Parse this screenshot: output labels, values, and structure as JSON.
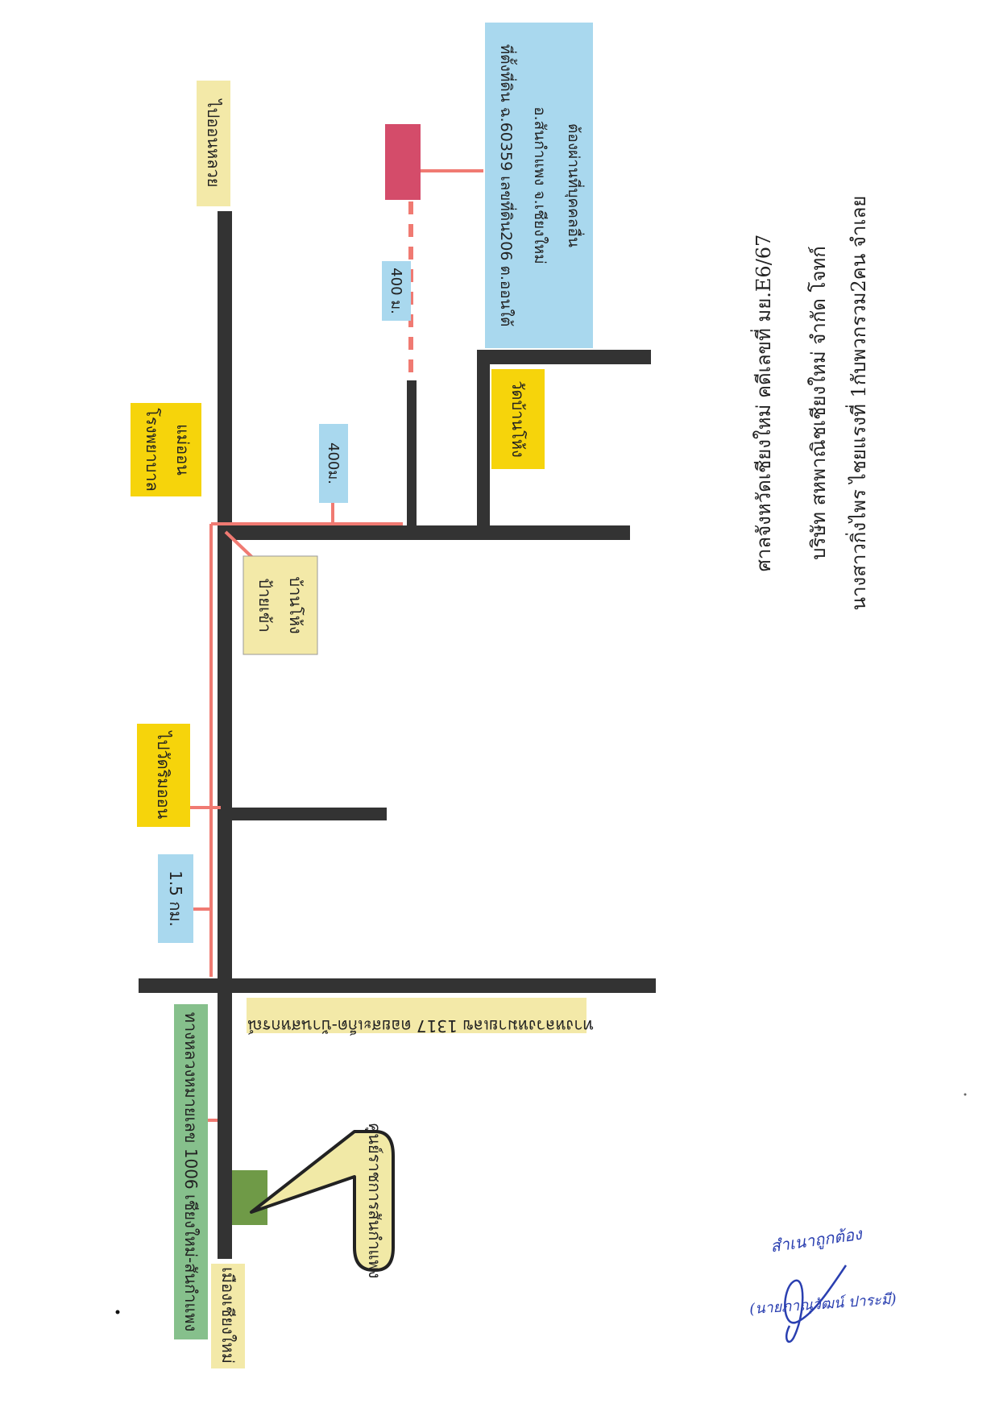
{
  "labels": {
    "to_mueang_chiang_mai": "เมืองเชียงใหม่",
    "highway_1006": "ทางหลวงหมายเลข 1006  เชียงใหม่-สันกำแพง",
    "district_office": "ศูนย์ราชการสันกำแพง",
    "highway_1317": "ทางหลวงหมายเลข 1317 ดอยสะเก็ด-บ้านสหกรณ์",
    "dist_1_5km": "1.5 กม.",
    "to_wat_rim_on": "ไปวัดริมออน",
    "sign_ban_hong_line1": "ป้ายเข้า",
    "sign_ban_hong_line2": "บ้านโห้ง",
    "hospital_line1": "โรงพยาบาล",
    "hospital_line2": "แม่ออน",
    "to_on_luai": "ไปออนหลวย",
    "dist_400m_a": "400ม.",
    "dist_400m_b": "400 ม.",
    "wat_ban_hong": "วัดบ้านโห้ง",
    "site_line1": "ที่ตั้งที่ดิน ฉ.60359 เลขที่ดิน206 ต.ออนใต้",
    "site_line2": "อ.สันกำแพง  จ.เชียงใหม่",
    "site_line3": "ต้องผ่านที่บุคคลอื่น"
  },
  "title_block": {
    "line1": "ศาลจังหวัดเชียงใหม่ คดีเลขที่ มย.E6/67",
    "line2": "บริษัท สหพาณิชเชียงใหม่ จำกัด โจทก์",
    "line3": "นางสาวกิ่งไพร  ไชยแรงที่ 1กับพวกรวม2คน จำเลย"
  },
  "signature": {
    "certified": "สำเนาถูกต้อง",
    "name": "(นายภาณุวัฒน์  ปาระมี)"
  },
  "colors": {
    "road": "#333333",
    "route": "#f07a72",
    "yellow_box": "#f3e9a8",
    "gold_box": "#f6d40b",
    "blue_box": "#a9d8ee",
    "green_box": "#86c08c",
    "site_marker": "#d44c6a",
    "office_marker": "#6f9a47",
    "callout_fill": "#f1e9a6",
    "signature_ink": "#2a3fb0"
  }
}
